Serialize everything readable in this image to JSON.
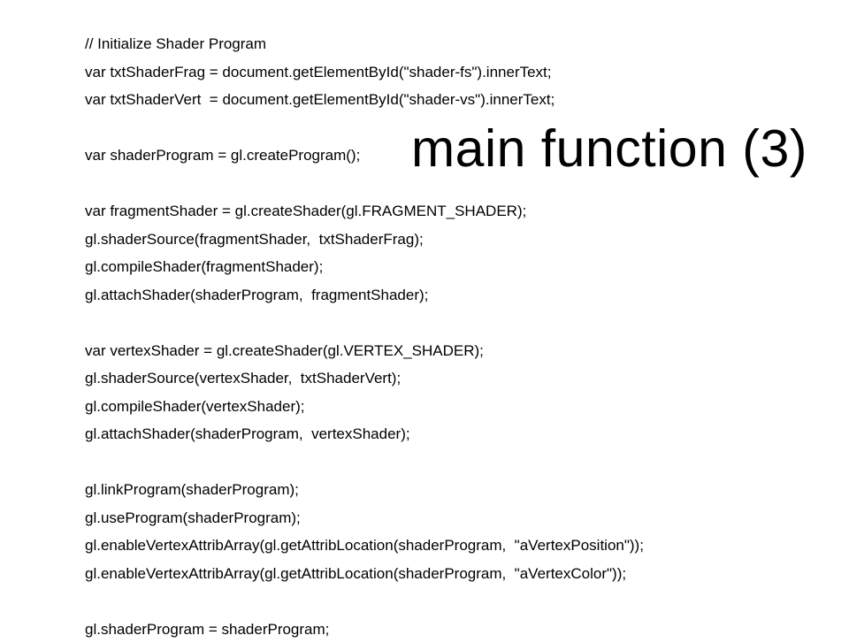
{
  "slide": {
    "title": "main function (3)",
    "code_lines": [
      "// Initialize Shader Program",
      "var txtShaderFrag = document.getElementById(\"shader-fs\").innerText;",
      "var txtShaderVert  = document.getElementById(\"shader-vs\").innerText;",
      "",
      "var shaderProgram = gl.createProgram();",
      "",
      "var fragmentShader = gl.createShader(gl.FRAGMENT_SHADER);",
      "gl.shaderSource(fragmentShader,  txtShaderFrag);",
      "gl.compileShader(fragmentShader);",
      "gl.attachShader(shaderProgram,  fragmentShader);",
      "",
      "var vertexShader = gl.createShader(gl.VERTEX_SHADER);",
      "gl.shaderSource(vertexShader,  txtShaderVert);",
      "gl.compileShader(vertexShader);",
      "gl.attachShader(shaderProgram,  vertexShader);",
      "",
      "gl.linkProgram(shaderProgram);",
      "gl.useProgram(shaderProgram);",
      "gl.enableVertexAttribArray(gl.getAttribLocation(shaderProgram,  \"aVertexPosition\"));",
      "gl.enableVertexAttribArray(gl.getAttribLocation(shaderProgram,  \"aVertexColor\"));",
      "",
      "gl.shaderProgram = shaderProgram;"
    ]
  }
}
